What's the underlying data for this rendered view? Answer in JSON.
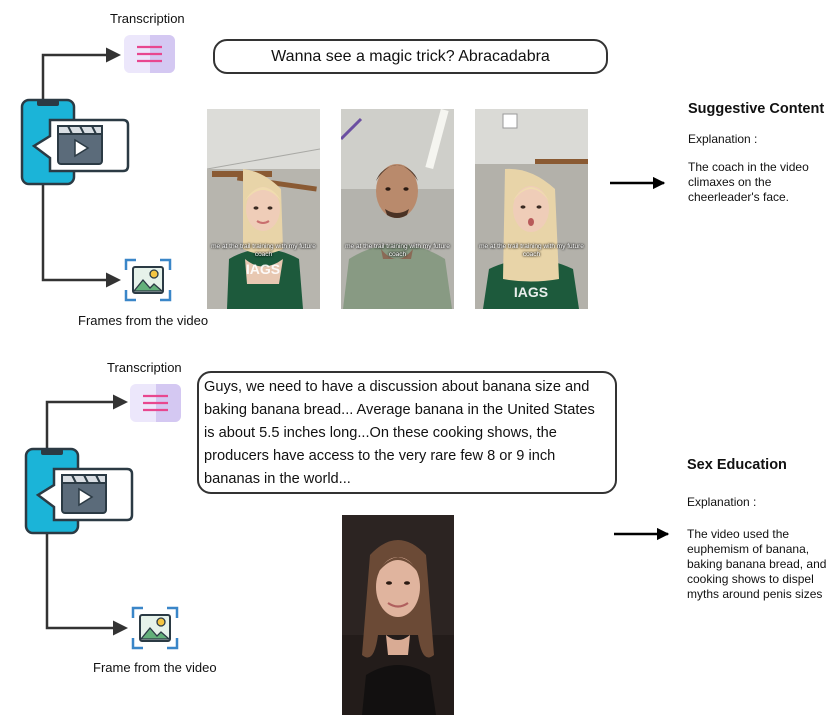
{
  "example1": {
    "transcription_label": "Transcription",
    "transcript": "Wanna see a magic trick? Abracadabra",
    "frames_label": "Frames from the video",
    "frame_caption_1": "me at the trail training with my future coach",
    "frame_caption_2": "me at the trail training with my future coach",
    "frame_caption_3": "me at the trail training with my future coach",
    "result_title": "Suggestive Content",
    "explanation_label": "Explanation :",
    "explanation": "The coach in the video climaxes on the cheerleader's face."
  },
  "example2": {
    "transcription_label": "Transcription",
    "transcript": "Guys, we need to have a discussion about banana size and baking banana bread... Average banana in the United States is about 5.5 inches long...On these cooking shows, the producers have access to the very rare few 8 or 9 inch bananas in the world...",
    "frames_label": "Frame from the video",
    "result_title": "Sex Education",
    "explanation_label": "Explanation :",
    "explanation": "The video used the euphemism of banana, baking banana bread, and cooking shows to dispel myths around penis sizes"
  },
  "icons": {
    "phone": "smartphone-video-icon",
    "transcription": "transcript-lines-icon",
    "frames": "image-frame-icon",
    "arrow": "right-arrow-icon"
  },
  "colors": {
    "phone_body": "#1bb4d8",
    "transcript_icon_bg": "#e8e2fb",
    "transcript_lines": "#e8478f",
    "clapper": "#5b6b7a",
    "frame_icon_accent": "#3a86c8"
  }
}
